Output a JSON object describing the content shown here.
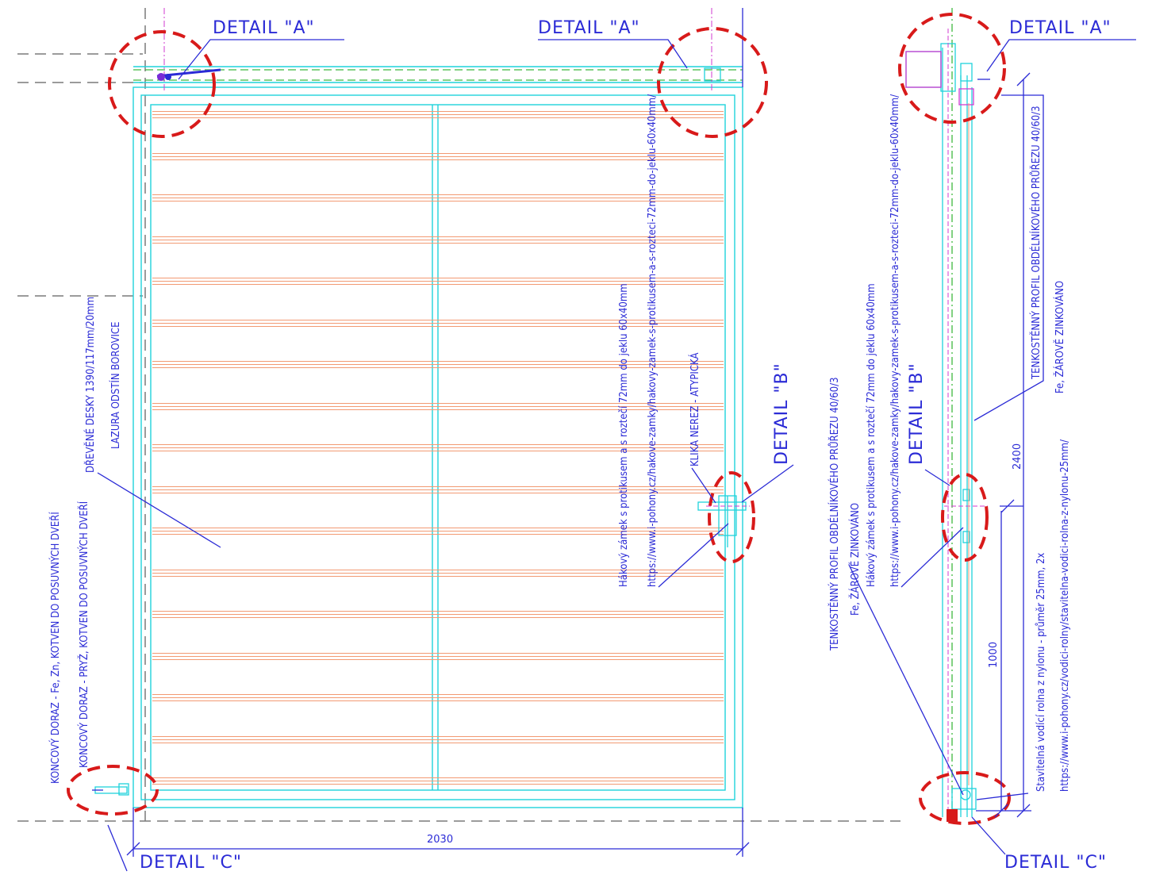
{
  "details": {
    "a_label": "DETAIL \"A\"",
    "b_label": "DETAIL \"B\"",
    "c_label": "DETAIL \"C\""
  },
  "notes": {
    "boards": "DŘEVĚNÉ DESKY 1390/117mm/20mm",
    "stain": "LAZURA ODSTÍN BOROVICE",
    "stop_fe": "KONCOVÝ DORAZ - Fe, Zn, KOTVEN DO POSUVNÝCH DVEŘÍ",
    "stop_rubber": "KONCOVÝ DORAZ - PRYŽ, KOTVEN DO POSUVNÝCH DVEŘÍ",
    "handle": "KLIKA NEREZ - ATYPICKÁ",
    "lock": "Hákový zámek s protikusem a s roztečí 72mm do jeklu 60x40mm",
    "lock_url": "https://www.i-pohony.cz/hakove-zamky/hakovy-zamek-s-protikusem-a-s-rozteci-72mm-do-jeklu-60x40mm/",
    "profile": "TENKOSTĚNNÝ PROFIL OBDÉLNÍKOVÉHO PRŮŘEZU 40/60/3",
    "galv": "Fe, ŽÁROVĚ ZINKOVÁNO",
    "roller": "Stavitelná vodící rolna z nylonu - průměr 25mm, 2x",
    "roller_url": "https://www.i-pohony.cz/vodici-rolny/stavitelna-vodici-rolna-z-nylonu-25mm/"
  },
  "dimensions": {
    "width": "2030",
    "height_top": "2400",
    "height_bottom": "1000"
  },
  "colors": {
    "annotation": "#2b2bd6",
    "frame": "#1fd3dc",
    "boards": "#f29a73",
    "detail_circle": "#d81a1a",
    "centerline": "#d23bd2",
    "guide": "#3fb83f",
    "gray_line": "#777777"
  }
}
